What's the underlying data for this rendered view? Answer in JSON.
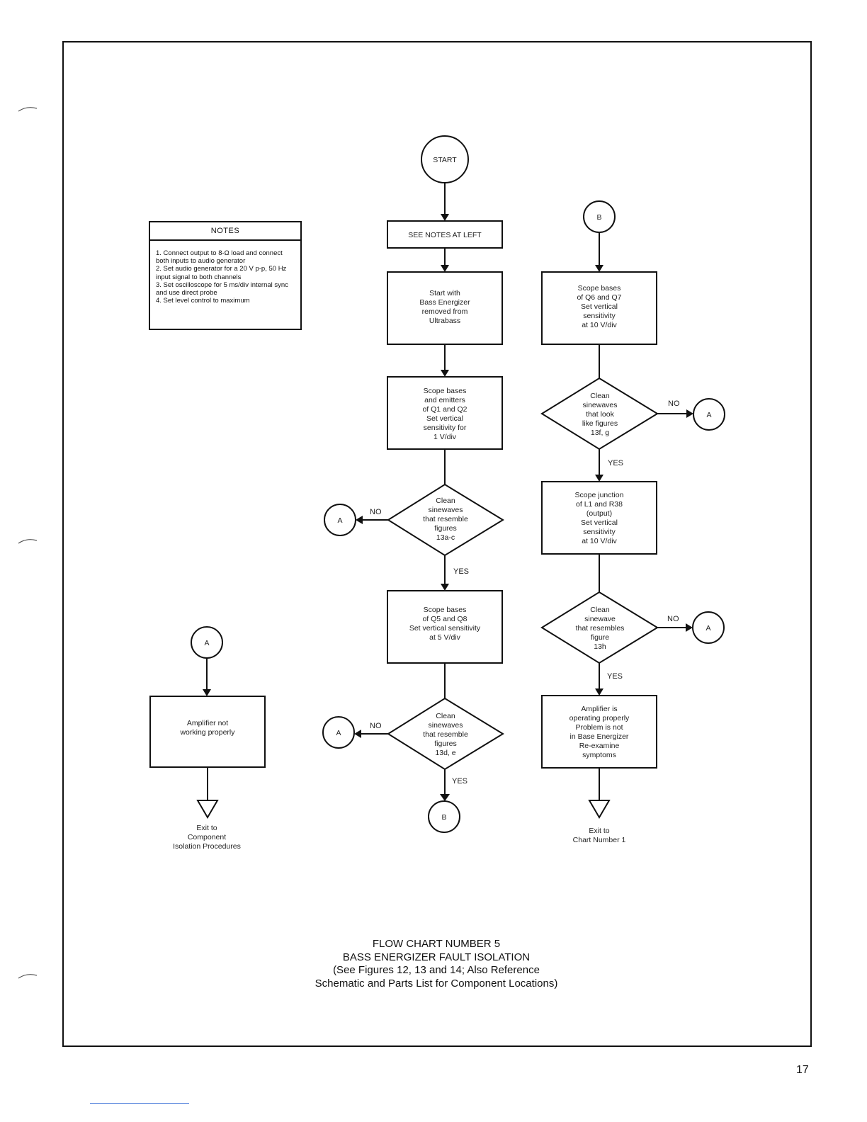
{
  "notes": {
    "title": "NOTES",
    "items": [
      "1. Connect output to 8-Ω load and connect both inputs to audio generator",
      "2. Set audio generator for a 20 V p-p, 50 Hz input signal to both channels",
      "3. Set oscilloscope for 5 ms/div internal sync and use direct probe",
      "4. Set level control to maximum"
    ]
  },
  "flow": {
    "start": "START",
    "see_notes": "SEE NOTES AT LEFT",
    "step_remove": [
      "Start with",
      "Bass Energizer",
      "removed from",
      "Ultrabass"
    ],
    "step_q1q2": [
      "Scope bases",
      "and emitters",
      "of Q1 and Q2",
      "Set vertical",
      "sensitivity for",
      "1 V/div"
    ],
    "dec_13ac": [
      "Clean",
      "sinewaves",
      "that resemble",
      "figures",
      "13a-c"
    ],
    "step_q5q8": [
      "Scope bases",
      "of Q5 and Q8",
      "Set vertical sensitivity",
      "at 5 V/div"
    ],
    "dec_13de": [
      "Clean",
      "sinewaves",
      "that resemble",
      "figures",
      "13d, e"
    ],
    "connector_b_label": "B",
    "step_q6q7": [
      "Scope bases",
      "of Q6 and Q7",
      "Set vertical",
      "sensitivity",
      "at 10 V/div"
    ],
    "dec_13fg": [
      "Clean",
      "sinewaves",
      "that look",
      "like figures",
      "13f, g"
    ],
    "step_l1r38": [
      "Scope junction",
      "of L1 and R38",
      "(output)",
      "Set vertical",
      "sensitivity",
      "at 10 V/div"
    ],
    "dec_13h": [
      "Clean",
      "sinewave",
      "that resembles",
      "figure",
      "13h"
    ],
    "step_ok": [
      "Amplifier is",
      "operating properly",
      "Problem is not",
      "in Base Energizer",
      "Re-examine",
      "symptoms"
    ],
    "exit_chart1": [
      "Exit to",
      "Chart Number 1"
    ],
    "connector_a_label": "A",
    "step_not_working": [
      "Amplifier not",
      "working properly"
    ],
    "exit_component": [
      "Exit to",
      "Component",
      "Isolation Procedures"
    ],
    "yes": "YES",
    "no": "NO"
  },
  "caption": {
    "line1": "FLOW CHART NUMBER 5",
    "line2": "BASS ENERGIZER FAULT ISOLATION",
    "line3": "(See Figures 12, 13 and 14; Also Reference",
    "line4": "Schematic and Parts List for Component Locations)"
  },
  "page_number": "17"
}
